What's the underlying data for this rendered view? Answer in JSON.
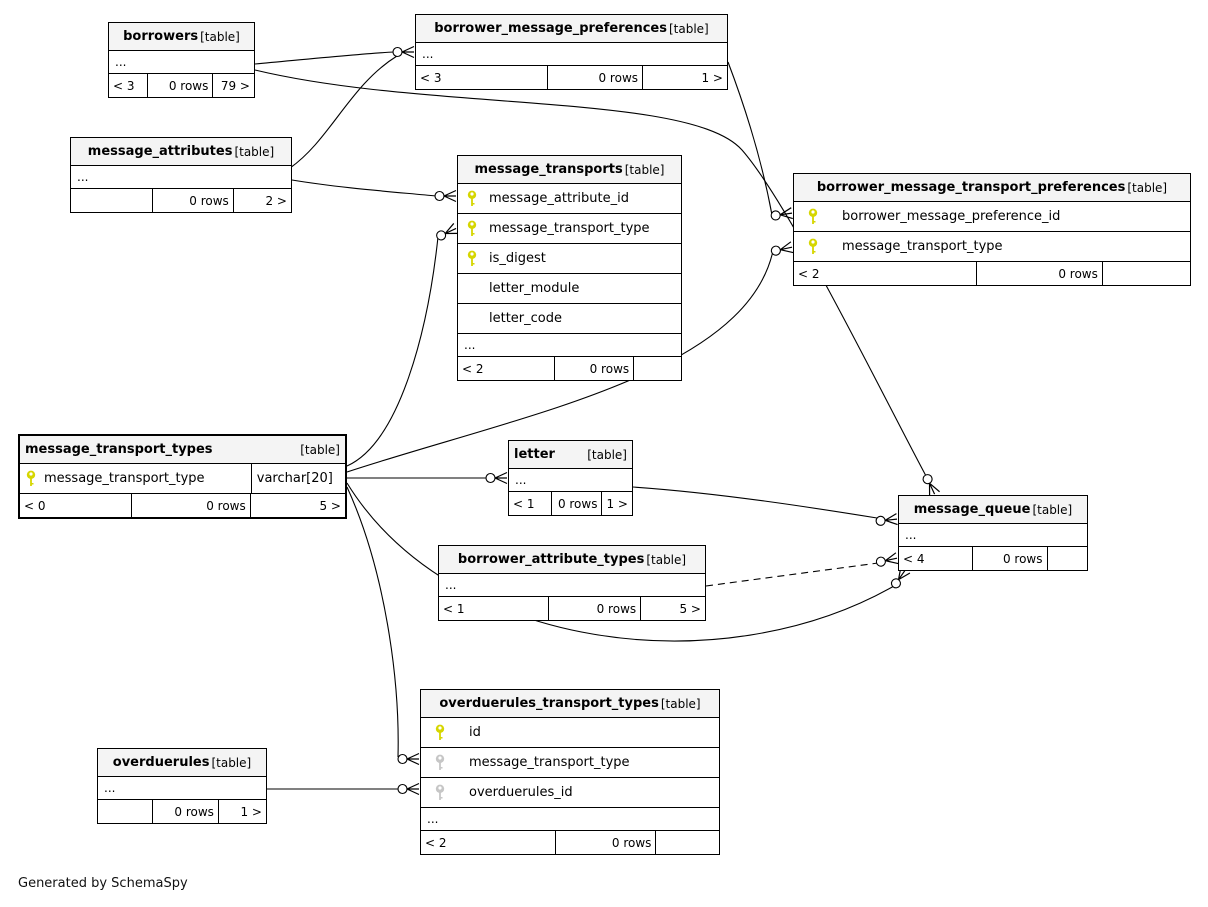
{
  "footer_note": "Generated by SchemaSpy",
  "colors": {
    "primary_key": "#d6d600",
    "foreign_key": "#c6c6c6",
    "header_bg": "#f4f4f4"
  },
  "tables": {
    "borrowers": {
      "name": "borrowers",
      "suffix": "[table]",
      "ellipsis": "...",
      "footer": [
        "< 3",
        "0 rows",
        "79 >"
      ]
    },
    "borrower_message_preferences": {
      "name": "borrower_message_preferences",
      "suffix": "[table]",
      "ellipsis": "...",
      "footer": [
        "< 3",
        "0 rows",
        "1 >"
      ]
    },
    "message_attributes": {
      "name": "message_attributes",
      "suffix": "[table]",
      "ellipsis": "...",
      "footer": [
        "",
        "0 rows",
        "2 >"
      ]
    },
    "message_transports": {
      "name": "message_transports",
      "suffix": "[table]",
      "columns": [
        {
          "label": "message_attribute_id",
          "key": "pk"
        },
        {
          "label": "message_transport_type",
          "key": "pk"
        },
        {
          "label": "is_digest",
          "key": "pk"
        },
        {
          "label": "letter_module",
          "key": "none"
        },
        {
          "label": "letter_code",
          "key": "none"
        }
      ],
      "ellipsis": "...",
      "footer": [
        "< 2",
        "0 rows",
        ""
      ]
    },
    "borrower_message_transport_preferences": {
      "name": "borrower_message_transport_preferences",
      "suffix": "[table]",
      "columns": [
        {
          "label": "borrower_message_preference_id",
          "key": "pk"
        },
        {
          "label": "message_transport_type",
          "key": "pk"
        }
      ],
      "footer": [
        "< 2",
        "0 rows",
        ""
      ]
    },
    "message_transport_types": {
      "name": "message_transport_types",
      "suffix": "[table]",
      "columns": [
        {
          "label": "message_transport_type",
          "type": "varchar[20]",
          "key": "pk"
        }
      ],
      "footer": [
        "< 0",
        "0 rows",
        "5 >"
      ]
    },
    "letter": {
      "name": "letter",
      "suffix": "[table]",
      "ellipsis": "...",
      "footer": [
        "< 1",
        "0 rows",
        "1 >"
      ]
    },
    "borrower_attribute_types": {
      "name": "borrower_attribute_types",
      "suffix": "[table]",
      "ellipsis": "...",
      "footer": [
        "< 1",
        "0 rows",
        "5 >"
      ]
    },
    "message_queue": {
      "name": "message_queue",
      "suffix": "[table]",
      "ellipsis": "...",
      "footer": [
        "< 4",
        "0 rows",
        ""
      ]
    },
    "overduerules_transport_types": {
      "name": "overduerules_transport_types",
      "suffix": "[table]",
      "columns": [
        {
          "label": "id",
          "key": "pk"
        },
        {
          "label": "message_transport_type",
          "key": "fk"
        },
        {
          "label": "overduerules_id",
          "key": "fk"
        }
      ],
      "ellipsis": "...",
      "footer": [
        "< 2",
        "0 rows",
        ""
      ]
    },
    "overduerules": {
      "name": "overduerules",
      "suffix": "[table]",
      "ellipsis": "...",
      "footer": [
        "",
        "0 rows",
        "1 >"
      ]
    }
  }
}
